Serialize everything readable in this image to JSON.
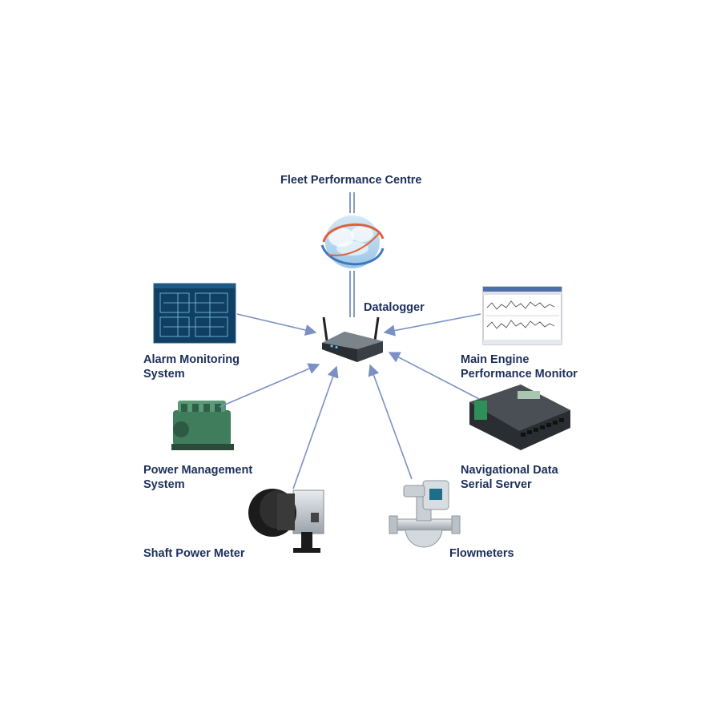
{
  "diagram": {
    "hub": {
      "label": "Datalogger"
    },
    "top": {
      "label": "Fleet Performance Centre"
    },
    "nodes": [
      {
        "id": "alarm",
        "lines": [
          "Alarm Monitoring",
          "System"
        ]
      },
      {
        "id": "engine",
        "lines": [
          "Main Engine",
          "Performance Monitor"
        ]
      },
      {
        "id": "power",
        "lines": [
          "Power Management",
          "System"
        ]
      },
      {
        "id": "nav",
        "lines": [
          "Navigational Data",
          "Serial Server"
        ]
      },
      {
        "id": "shaft",
        "lines": [
          "Shaft Power Meter"
        ]
      },
      {
        "id": "flow",
        "lines": [
          "Flowmeters"
        ]
      }
    ],
    "colors": {
      "label": "#1c2f5a",
      "arrow": "#7a90c4",
      "link": "#6b80b8"
    }
  }
}
